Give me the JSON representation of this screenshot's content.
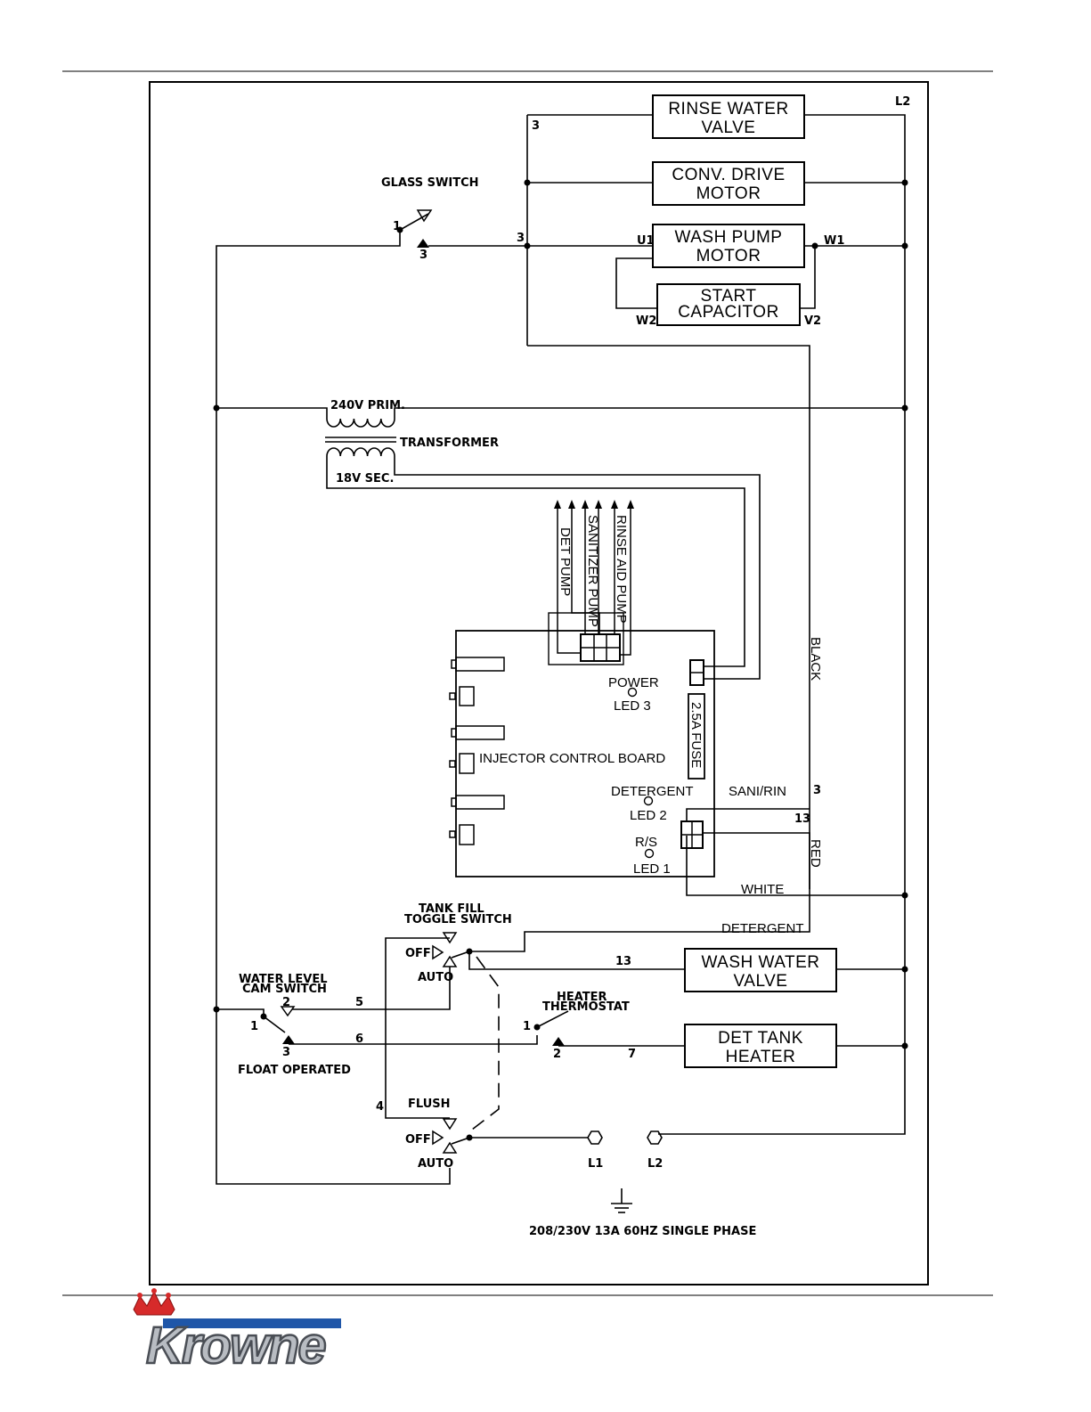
{
  "components": {
    "rinse_valve": [
      "RINSE WATER",
      "VALVE"
    ],
    "conv_motor": [
      "CONV. DRIVE",
      "MOTOR"
    ],
    "wash_pump": [
      "WASH PUMP",
      "MOTOR"
    ],
    "start_cap": [
      "START",
      "CAPACITOR"
    ],
    "wash_valve": [
      "WASH WATER",
      "VALVE"
    ],
    "det_heater": [
      "DET TANK",
      "HEATER"
    ],
    "fuse": "2.5A FUSE",
    "board": "INJECTOR CONTROL BOARD"
  },
  "labels": {
    "glass_switch": "GLASS SWITCH",
    "prim": "240V PRIM.",
    "transformer": "TRANSFORMER",
    "sec": "18V SEC.",
    "power": "POWER",
    "led3": "LED 3",
    "detergent": "DETERGENT",
    "led2": "LED 2",
    "rs": "R/S",
    "led1": "LED 1",
    "sani_rin": "SANI/RIN",
    "white": "WHITE",
    "black": "BLACK",
    "red": "RED",
    "detergent_wire": "DETERGENT",
    "tank_fill_1": "TANK FILL",
    "tank_fill_2": "TOGGLE SWITCH",
    "off_1": "OFF",
    "auto_1": "AUTO",
    "water_level_1": "WATER LEVEL",
    "water_level_2": "CAM SWITCH",
    "float": "FLOAT OPERATED",
    "heater_t_1": "HEATER",
    "heater_t_2": "THERMOSTAT",
    "flush": "FLUSH",
    "off_2": "OFF",
    "auto_2": "AUTO",
    "l1": "L1",
    "l2_bottom": "L2",
    "l2_top": "L2",
    "supply": "208/230V 13A 60HZ SINGLE PHASE",
    "u1": "U1",
    "w1": "W1",
    "w2": "W2",
    "v2": "V2",
    "det_pump": "DET PUMP",
    "sani_pump": "SANITIZER PUMP",
    "rinse_aid": "RINSE AID PUMP"
  },
  "wire_numbers": {
    "n3_a": "3",
    "n3_b": "3",
    "n1_glass": "1",
    "n3_glass": "3",
    "n3_sani": "3",
    "n13_board": "13",
    "n13_wash": "13",
    "n5": "5",
    "n2_cam": "2",
    "n1_cam": "1",
    "n3_cam": "3",
    "n6": "6",
    "n1_heat": "1",
    "n2_heat": "2",
    "n7": "7",
    "n4": "4"
  },
  "brand": {
    "logo_text": "Krowne",
    "colors": {
      "blue": "#1f56a8",
      "red": "#d62a2a",
      "silver": "#b8bcc2"
    }
  }
}
